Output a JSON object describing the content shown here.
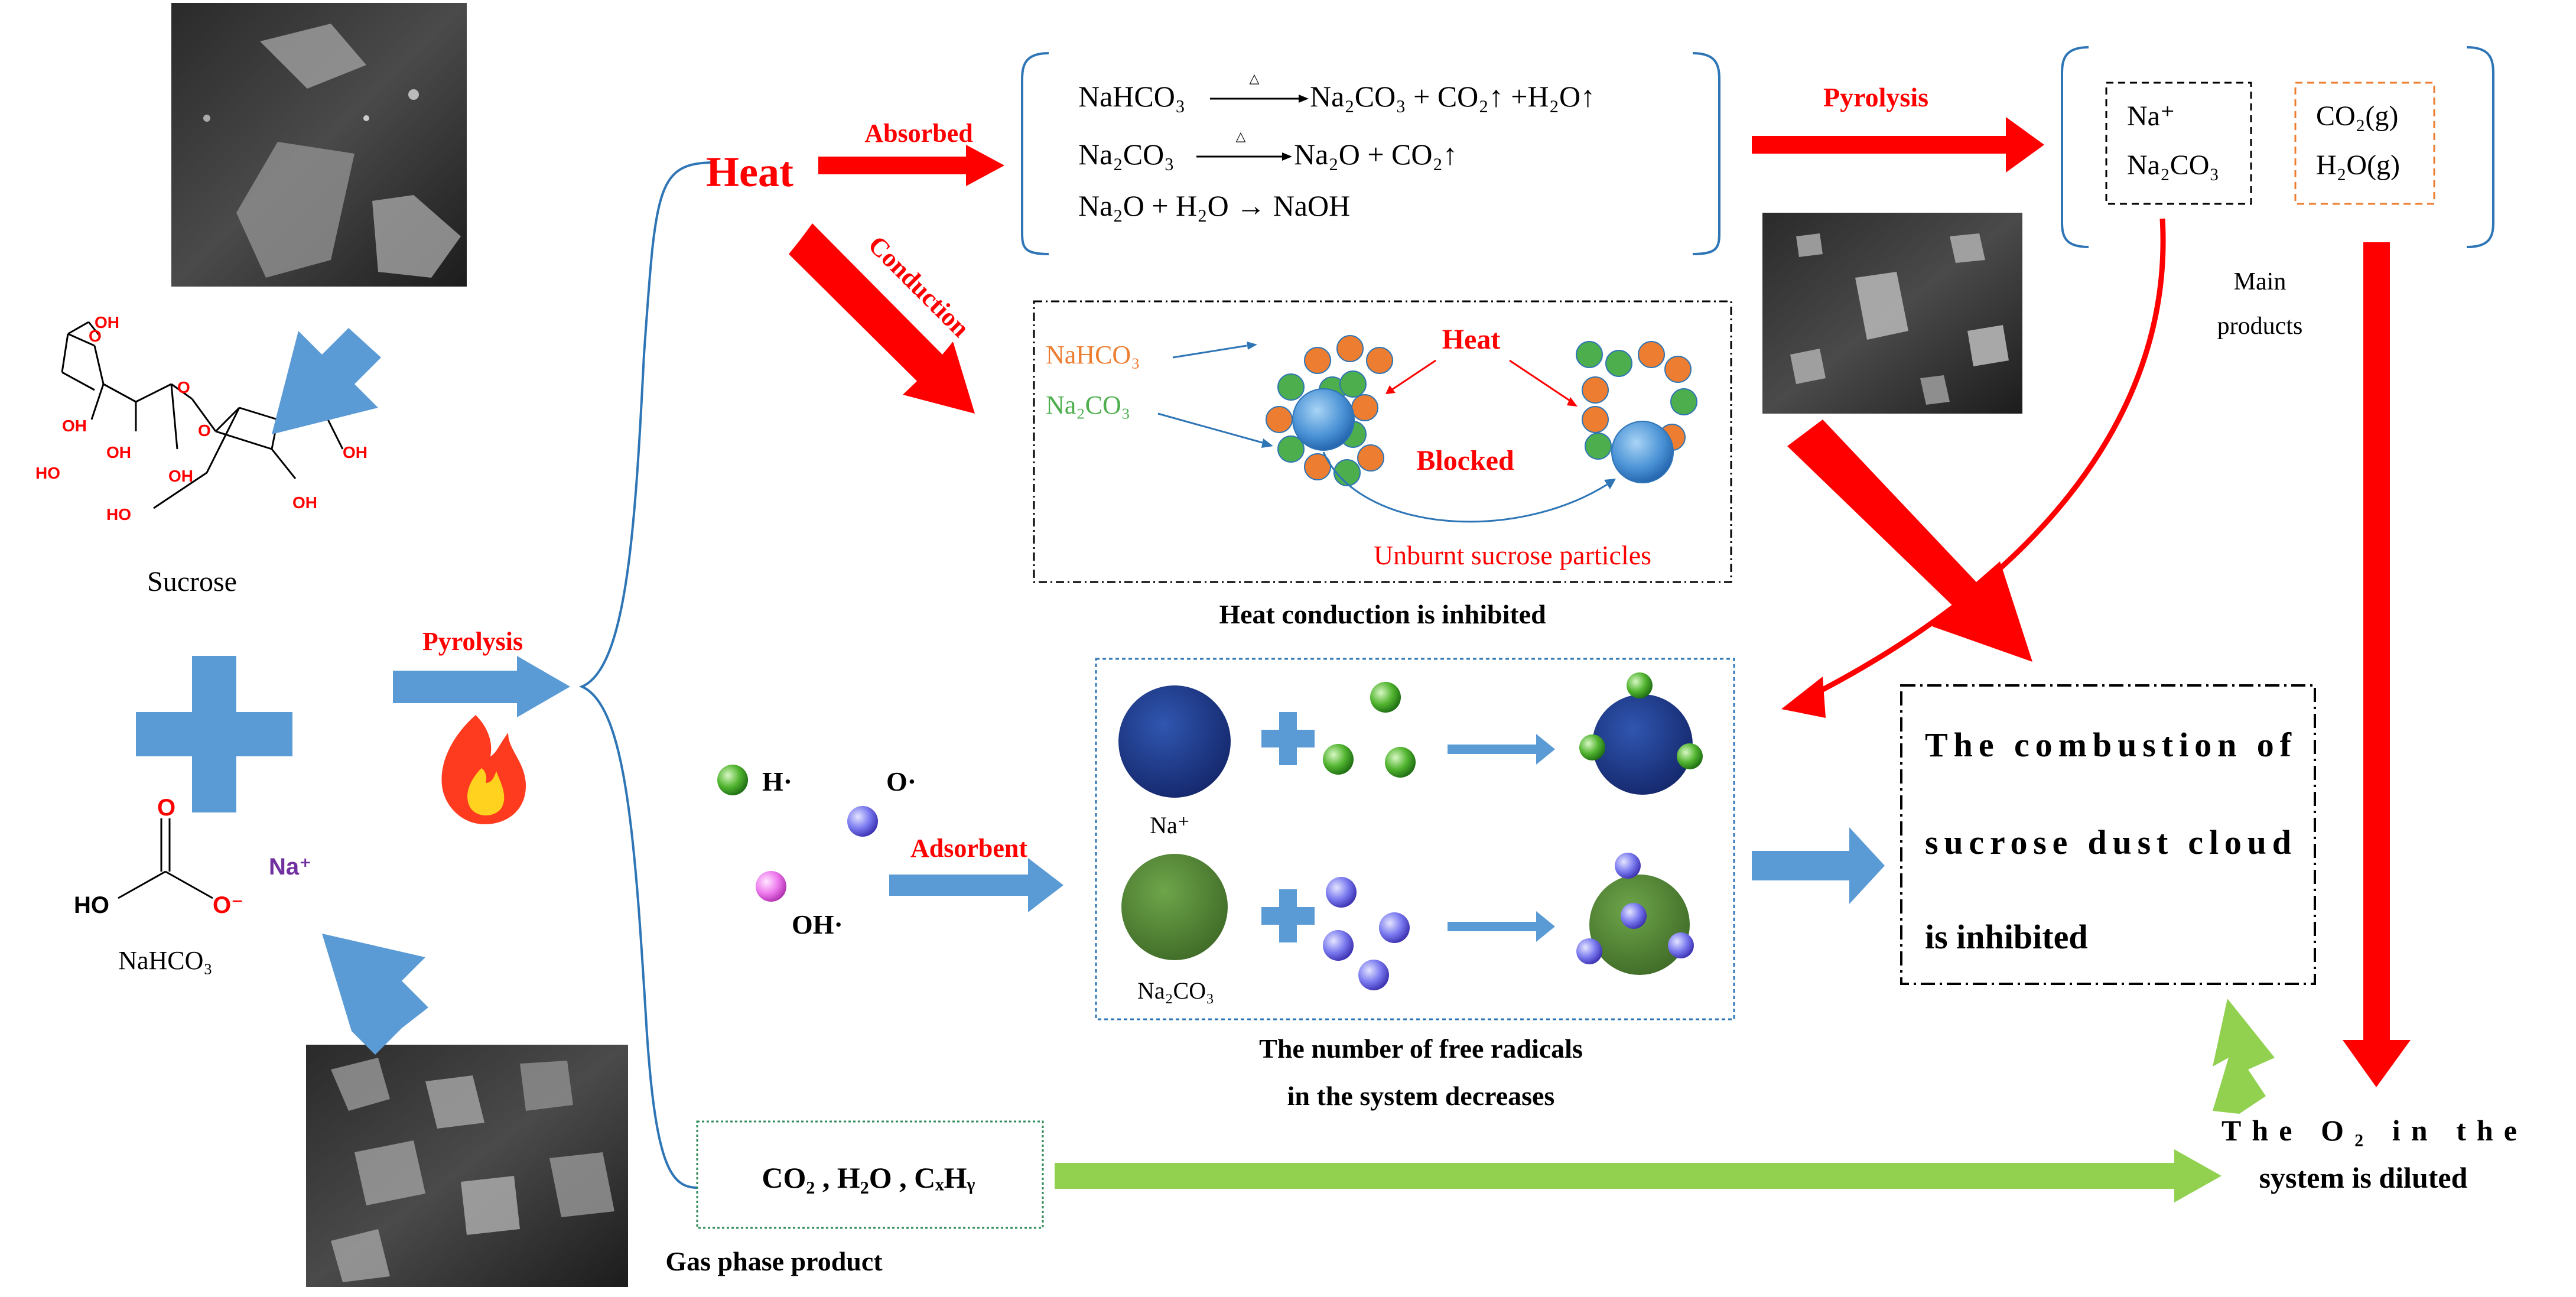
{
  "sucrose_molecule": {
    "label": "Sucrose",
    "oh": "OH",
    "ho": "HO",
    "o": "O"
  },
  "bicarbonate_molecule": {
    "label": "NaHCO₃",
    "ho": "HO",
    "o": "O",
    "o_minus": "O⁻",
    "na_plus": "Na⁺"
  },
  "pyrolysis_left": "Pyrolysis",
  "heat": {
    "label": "Heat",
    "absorbed": "Absorbed",
    "conduction": "Conduction"
  },
  "reactions": {
    "r1_left": "NaHCO₃",
    "r1_right": "Na₂CO₃ + CO₂↑ +H₂O↑",
    "r2_left": "Na₂CO₃",
    "r2_right": "Na₂O + CO₂↑",
    "r3": "Na₂O + H₂O → NaOH",
    "delta": "△"
  },
  "pyrolysis_right": "Pyrolysis",
  "products": {
    "solid_1": "Na⁺",
    "solid_2": "Na₂CO₃",
    "gas_1": "CO₂(g)",
    "gas_2": "H₂O(g)",
    "main_1": "Main",
    "main_2": "products"
  },
  "heat_conduction_box": {
    "nahco3": "NaHCO₃",
    "na2co3": "Na₂CO₃",
    "heat": "Heat",
    "blocked": "Blocked",
    "unburnt": "Unburnt sucrose particles",
    "caption": "Heat conduction is inhibited"
  },
  "radicals": {
    "h": "H·",
    "o": "O·",
    "oh": "OH·",
    "adsorbent": "Adsorbent",
    "na_plus": "Na⁺",
    "na2co3": "Na₂CO₃",
    "caption_1": "The number of free radicals",
    "caption_2": "in the system decreases"
  },
  "result": {
    "line1": "The combustion of",
    "line2": "sucrose dust cloud",
    "line3": "is inhibited"
  },
  "gas_phase": {
    "formula": "CO₂ , H₂O , CₓHᵧ",
    "caption": "Gas phase product"
  },
  "o2_diluted": {
    "line1": "The O₂ in the",
    "line2": "system is diluted"
  },
  "colors": {
    "red": "#ff0000",
    "blue_arrow": "#5b9bd5",
    "green_arrow": "#92d050",
    "bracket_blue": "#2e75b6",
    "orange": "#ed7d31",
    "green_particle": "#4cae4c",
    "dark_blue": "#1f3f8c",
    "dark_green": "#548235",
    "purple": "#7030a0"
  }
}
